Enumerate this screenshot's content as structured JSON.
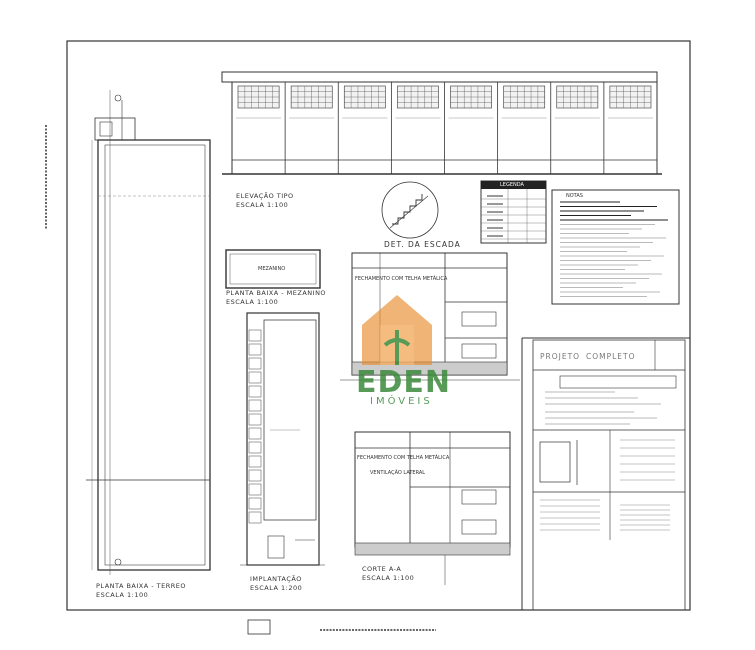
{
  "labels": {
    "elevacao": "ELEVAÇÃO TIPO",
    "elevacao_escala": "ESCALA 1:100",
    "det_escada": "DET. DA ESCADA",
    "mezanino": "MEZANINO",
    "planta_mezanino": "PLANTA BAIXA - MEZANINO",
    "planta_mezanino_escala": "ESCALA 1:100",
    "planta_terreo": "PLANTA BAIXA - TERREO",
    "planta_terreo_escala": "ESCALA 1:100",
    "implantacao": "IMPLANTAÇÃO",
    "implantacao_escala": "ESCALA 1:200",
    "corte": "CORTE A-A",
    "corte_escala": "ESCALA 1:100",
    "fechamento_1": "FECHAMENTO COM TELHA METÁLICA",
    "fechamento_2": "FECHAMENTO COM TELHA METÁLICA",
    "ventilacao": "VENTILAÇÃO LATERAL",
    "legenda": "LEGENDA",
    "notas_titulo": "NOTAS",
    "projeto": "PROJETO",
    "completo": "COMPLETO"
  },
  "watermark": {
    "brand": "EDEN",
    "sub": "IMÓVEIS",
    "colors": {
      "green": "#3c8a3c",
      "orange": "#e8892a"
    }
  }
}
